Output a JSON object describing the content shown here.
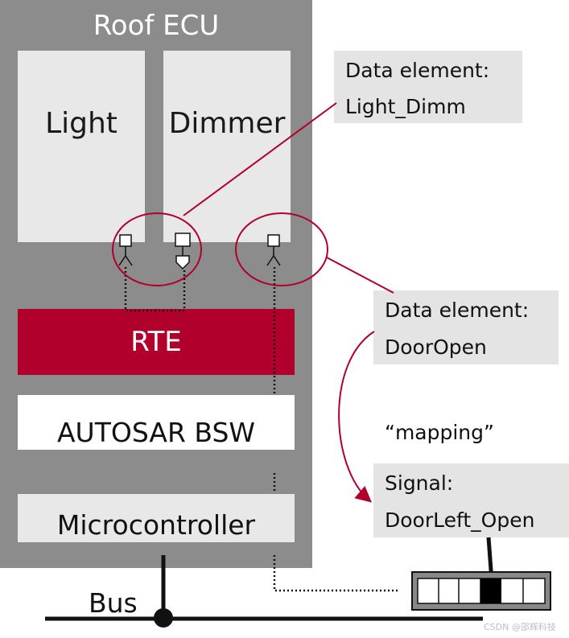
{
  "ecu": {
    "title": "Roof ECU"
  },
  "components": {
    "light": "Light",
    "dimmer": "Dimmer"
  },
  "layers": {
    "rte": "RTE",
    "bsw": "AUTOSAR BSW",
    "mcu": "Microcontroller"
  },
  "callouts": {
    "light_dimm": {
      "line1": "Data element:",
      "line2": "Light_Dimm"
    },
    "door_open": {
      "line1": "Data element:",
      "line2": "DoorOpen"
    },
    "signal": {
      "line1": "Signal:",
      "line2": "DoorLeft_Open"
    }
  },
  "mapping_label": "“mapping”",
  "bus_label": "Bus",
  "watermark": "CSDN @邵辉科技",
  "colors": {
    "ecu_bg": "#8c8c8c",
    "component_bg": "#e8e8e8",
    "rte_bg": "#b2002d",
    "highlight_circle": "#b2002d",
    "callout_bg": "#e4e4e4"
  }
}
